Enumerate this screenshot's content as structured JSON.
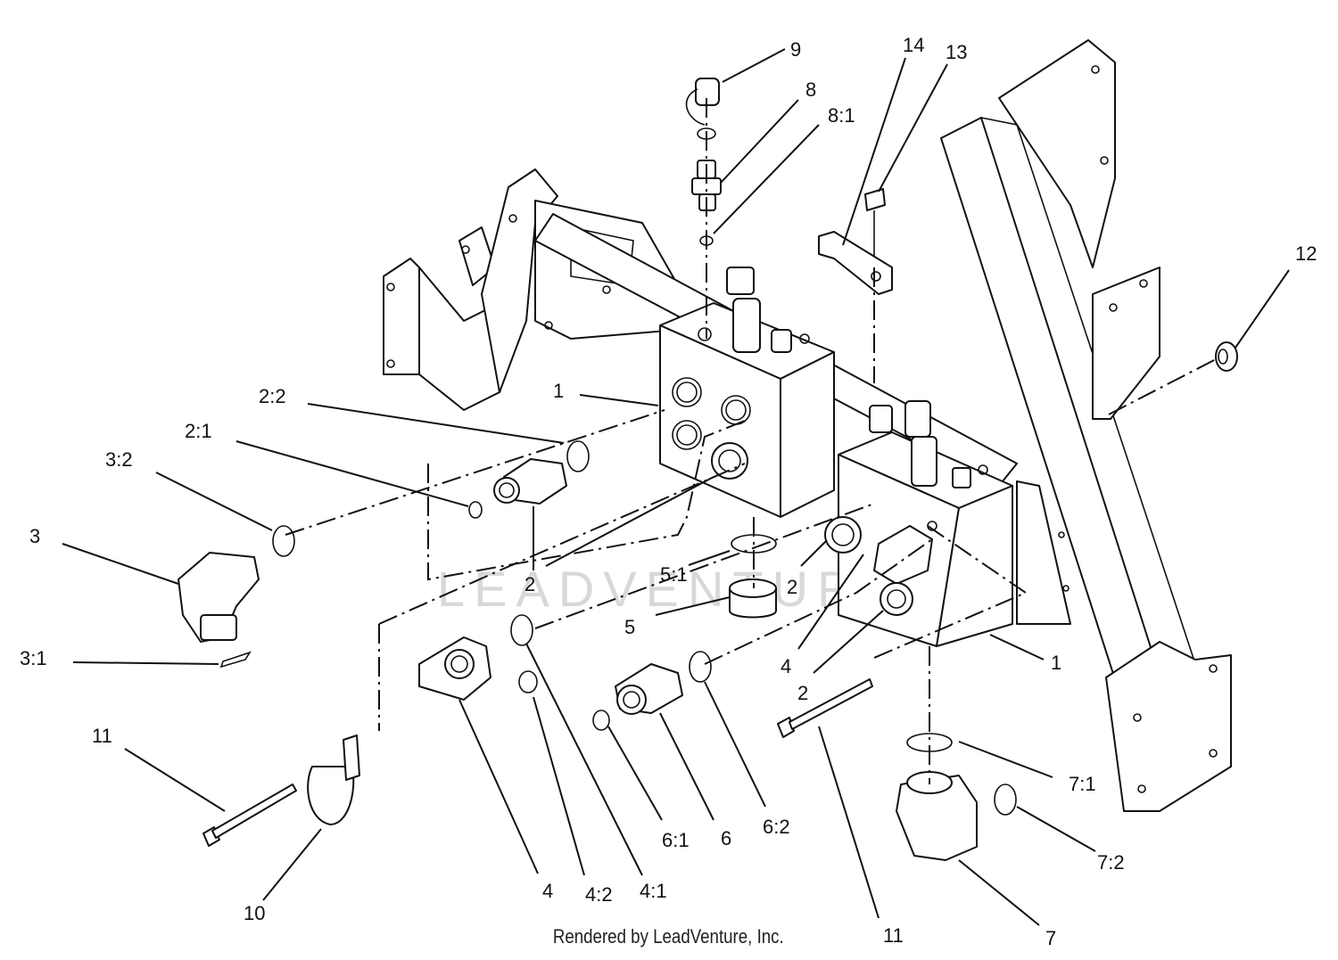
{
  "diagram": {
    "watermark": "LEADVENTURE",
    "credit": "Rendered by LeadVenture, Inc.",
    "callouts": [
      "9",
      "8",
      "8:1",
      "14",
      "13",
      "12",
      "1",
      "2:2",
      "2:1",
      "3:2",
      "3",
      "3:1",
      "2",
      "5:1",
      "5",
      "4",
      "2",
      "1",
      "4",
      "2",
      "11",
      "10",
      "4",
      "4:2",
      "4:1",
      "6:1",
      "6",
      "6:2",
      "11",
      "7:1",
      "7:2",
      "7"
    ]
  }
}
